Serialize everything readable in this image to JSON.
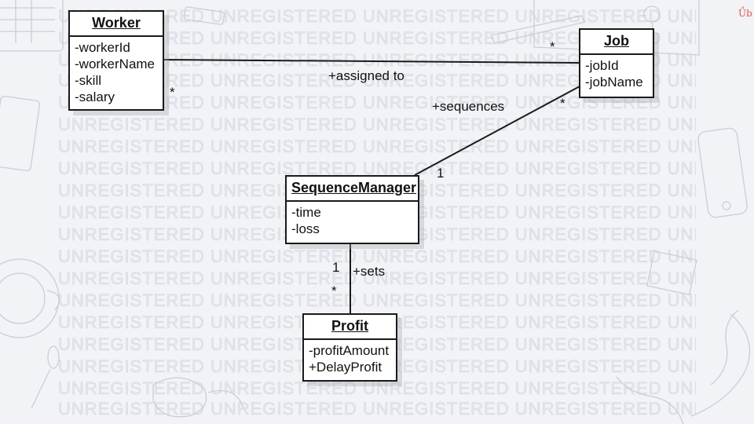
{
  "watermark": {
    "text": "UNREGISTERED UNREGISTERED UNREGISTERED UNREGISTERED UNREGISTERED UNREGISTERED UNREGISTERED UNREGISTERED"
  },
  "corner_mark": "Ǘb",
  "classes": {
    "worker": {
      "name": "Worker",
      "attributes": [
        "-workerId",
        "-workerName",
        "-skill",
        "-salary"
      ]
    },
    "job": {
      "name": "Job",
      "attributes": [
        "-jobId",
        "-jobName"
      ]
    },
    "sequence_manager": {
      "name": "SequenceManager",
      "attributes": [
        "-time",
        "-loss"
      ]
    },
    "profit": {
      "name": "Profit",
      "attributes": [
        "-profitAmount",
        "+DelayProfit"
      ]
    }
  },
  "associations": {
    "worker_job": {
      "label": "+assigned to",
      "worker_end": "*",
      "job_end": "*"
    },
    "job_sequence": {
      "label": "+sequences",
      "job_end": "*",
      "sequence_end": "1"
    },
    "sequence_profit": {
      "label": "+sets",
      "sequence_end": "1",
      "profit_end": "*"
    }
  },
  "colors": {
    "background": "#f1f3f6",
    "line": "#1a1a1a",
    "box": "#ffffff",
    "watermark": "#e4e7ec"
  }
}
